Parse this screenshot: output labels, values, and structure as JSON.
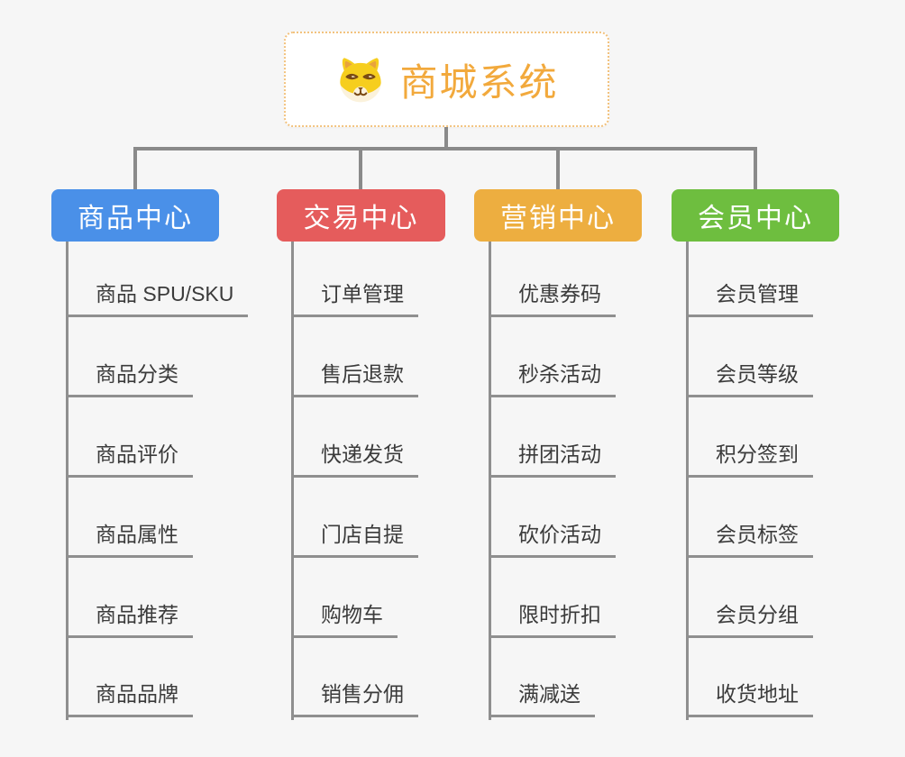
{
  "root": {
    "title": "商城系统",
    "icon": "shiba-dog-icon"
  },
  "branches": [
    {
      "id": "product-center",
      "label": "商品中心",
      "color": "#4A90E8",
      "children": [
        "商品 SPU/SKU",
        "商品分类",
        "商品评价",
        "商品属性",
        "商品推荐",
        "商品品牌"
      ]
    },
    {
      "id": "trade-center",
      "label": "交易中心",
      "color": "#E55C5C",
      "children": [
        "订单管理",
        "售后退款",
        "快递发货",
        "门店自提",
        "购物车",
        "销售分佣"
      ]
    },
    {
      "id": "marketing-center",
      "label": "营销中心",
      "color": "#EDAE40",
      "children": [
        "优惠券码",
        "秒杀活动",
        "拼团活动",
        "砍价活动",
        "限时折扣",
        "满减送"
      ]
    },
    {
      "id": "member-center",
      "label": "会员中心",
      "color": "#6EBE3F",
      "children": [
        "会员管理",
        "会员等级",
        "积分签到",
        "会员标签",
        "会员分组",
        "收货地址"
      ]
    }
  ],
  "theme": {
    "background": "#F6F6F6",
    "connector_color": "#8A8A8A",
    "root_text_color": "#F2A93C",
    "root_border_color": "#F2C27E",
    "leaf_text_color": "#3B3B3B"
  }
}
